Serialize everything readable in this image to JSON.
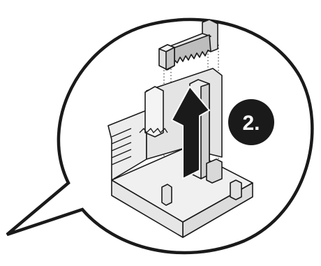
{
  "step": {
    "label": "2.",
    "badge_color": "#1a1a1a",
    "text_color": "#ffffff"
  },
  "colors": {
    "outline": "#1a1a1a",
    "part_fill": "#ececec",
    "part_shade": "#cfcfcf",
    "part_dark": "#9a9a9a",
    "arrow": "#1a1a1a",
    "background": "#ffffff"
  },
  "icons": {
    "callout": "speech-bubble-callout",
    "direction": "arrow-up-icon",
    "component": "serrated-insert-piece",
    "housing": "open-connector-housing"
  }
}
